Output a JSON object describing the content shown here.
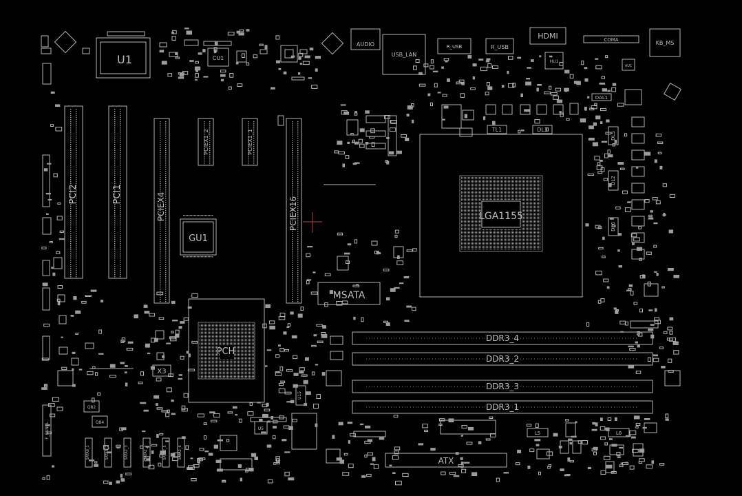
{
  "board": {
    "U1": "U1",
    "CU1": "CU1",
    "AUDIO": "AUDIO",
    "USB_LAN": "USB_LAN",
    "R_USB_1": "R_USB",
    "R_USB_2": "R_USB",
    "HDMI": "HDMI",
    "HU1": "HU1",
    "COMA": "COMA",
    "KB_MS": "KB_MS",
    "AU1": "AU1",
    "DAL1": "DAL1",
    "TL1": "TL1",
    "DL3": "DL3",
    "DL5": "DL5",
    "DL2": "DL2",
    "DL6": "DL6",
    "PCI2": "PCI2",
    "PCI1": "PCI1",
    "PCIEX4": "PCIEX4",
    "PCIEX1_2": "PCIEX1_2",
    "PCIEX1_1": "PCIEX1_1",
    "PCIEX16": "PCIEX16",
    "GU1": "GU1",
    "CPU": "LGA1155",
    "MSATA": "MSATA",
    "PCH": "PCH",
    "X3": "X3",
    "DDR3_4": "DDR3_4",
    "DDR3_2": "DDR3_2",
    "DDR3_3": "DDR3_3",
    "DDR3_1": "DDR3_1",
    "ATX": "ATX",
    "U5": "U5",
    "U15": "U15",
    "L5": "L5",
    "L8": "L8",
    "F_PANEL": "F_PANEL",
    "Q82": "Q82",
    "Q84": "Q84",
    "sata": [
      "SATA6_1",
      "SATA6_2",
      "SATA2_3",
      "SATA2_4",
      "SATA2_5",
      "SATA2_6"
    ]
  },
  "colors": {
    "background": "#000000",
    "outline": "#b5b5b5",
    "label": "#bdbdbd"
  }
}
